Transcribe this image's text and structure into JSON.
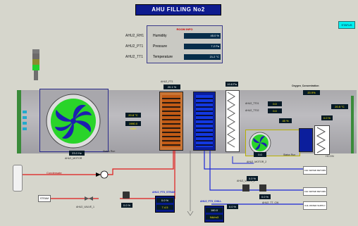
{
  "title": "AHU FILLING No2",
  "sensor_panel": {
    "header": "ROOM INFO",
    "rows": [
      {
        "tag": "AHU2_RH1",
        "label": "Humidity",
        "value": "45.0 %"
      },
      {
        "tag": "AHU2_PT1",
        "label": "Pressure",
        "value": "7.2 Pa"
      },
      {
        "tag": "AHU2_TT1",
        "label": "Temperature",
        "value": "21.2 °C"
      }
    ]
  },
  "top_right_button": "STATUS",
  "fan_main": {
    "readout_top": "20.8 °C",
    "readout_mid": "1980.0 m3/h",
    "readout_bottom": "23.0 Hz",
    "tag": "AHU2_MOTOR",
    "status": "Status Run"
  },
  "filter_tags": {
    "filter1": "AHU2_FT1",
    "filter1_val": "20.1 %",
    "filter2_val": "19.8 Pa"
  },
  "oxygen": {
    "label": "Oxygen_Concentration",
    "value": "20.9%"
  },
  "right_readouts": {
    "temp_right": "20.5 °C",
    "c1": "0.0",
    "c2": "0.0",
    "r1_tag": "AHU2_TT01",
    "r2_tag": "AHU2_TT02",
    "pct": "45 %",
    "small_val": "0.0 %"
  },
  "small_fan": {
    "readout": "0.0",
    "status": "Status Run",
    "tag": "AHU2_MOTOR_2"
  },
  "labels": {
    "condensate": "Condensate",
    "steam": "STEAM",
    "cw1": "CHL WATER RETURN",
    "cw2": "CHL WATER RETURN",
    "cw3": "CHL WATER SUPPLY",
    "valve1": "AHU2_VALVE_1",
    "valve2": "AHU2_VALVE_2",
    "v3": "AHU2_FTS_STEAM",
    "v4": "AHU2_FTS_CHILL",
    "v5": "AHU2_TT_CW",
    "hcon": "HCON"
  },
  "bottom": {
    "steam_pct": "0.0 %",
    "steam_val": "7.4.5",
    "chill_pct": "0.0 %",
    "chill_val": "160.0",
    "chill_sub": "NA/m3",
    "pct_a": "0.0 %",
    "pct_b": "0.0 %",
    "pct_c": "0.0 %"
  }
}
